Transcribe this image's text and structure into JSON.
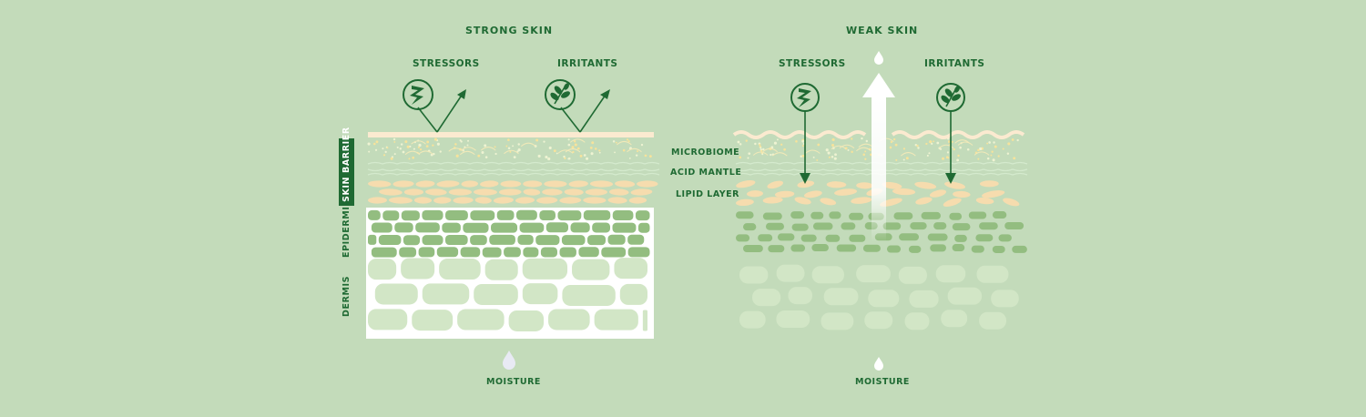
{
  "strong": {
    "title": "STRONG SKIN",
    "stressors_label": "STRESSORS",
    "irritants_label": "IRRITANTS",
    "moisture_label": "MOISTURE"
  },
  "weak": {
    "title": "WEAK SKIN",
    "stressors_label": "STRESSORS",
    "irritants_label": "IRRITANTS",
    "moisture_label": "MOISTURE"
  },
  "layers": {
    "microbiome": "MICROBIOME",
    "acid_mantle": "ACID MANTLE",
    "lipid_layer": "LIPID LAYER"
  },
  "side_labels": {
    "skin_barrier": "SKIN BARRIER",
    "epidermis": "EPIDERMIS",
    "dermis": "DERMIS"
  },
  "icons": {
    "stressor": "lightning-bolt-icon",
    "irritant": "leaf-sprig-icon",
    "moisture": "water-drop-icon"
  },
  "colors": {
    "background": "#c3dbba",
    "brand_green": "#1f6a33",
    "lipid": "#f6dcae",
    "epidermis_cell": "#93bd80",
    "dermis_cell": "#d2e6c6",
    "surface": "#fbead0"
  }
}
